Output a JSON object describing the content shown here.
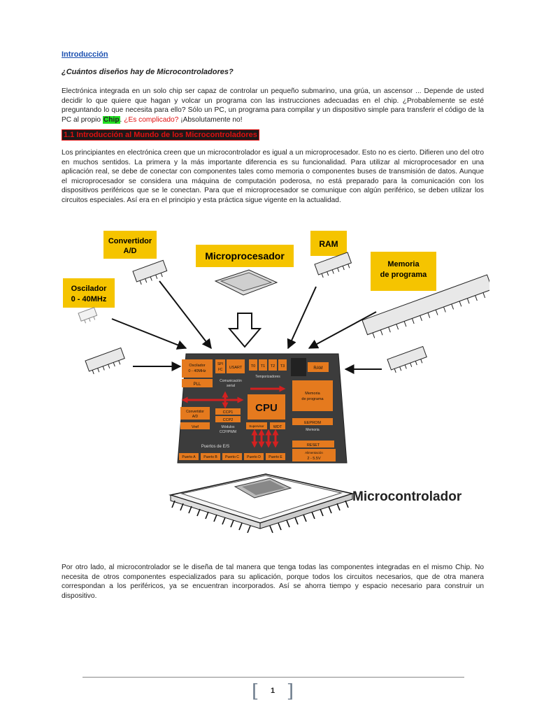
{
  "intro_title": "Introducción",
  "subtitle": "¿Cuántos diseños hay de Microcontroladores?",
  "p1": {
    "text": "Electrónica integrada en un solo chip ser capaz de controlar un pequeño submarino, una grúa, un ascensor ... Depende de usted decidir lo que quiere que hagan y volcar un programa con las instrucciones adecuadas en el chip. ¿Probablemente se esté preguntando lo que necesita para ello? Sólo un PC, un programa para compilar y un dispositivo simple para transferir el código de la PC al propio ",
    "chip": "Chip",
    "after_chip": ". ",
    "question": "¿Es complicado",
    "qmark": "?",
    "end": " ¡Absolutamente no!"
  },
  "section_heading": "1.1 Introducción al Mundo de los Microcontroladores",
  "p2": "Los principiantes en electrónica creen que un microcontrolador es igual a un microprocesador. Esto no es cierto. Difieren uno del otro en muchos sentidos. La primera y la más importante diferencia es su funcionalidad. Para utilizar al microprocesador en una aplicación real, se debe de conectar con componentes tales como memoria o componentes buses de transmisión de datos. Aunque el microprocesador se considera una máquina de computación poderosa, no está preparado para la comunicación con los dispositivos periféricos que se le conectan. Para que el microprocesador se comunique con algún periférico, se deben utilizar los circuitos especiales. Así era en el principio y esta práctica sigue vigente en la actualidad.",
  "diagram": {
    "labels": {
      "adc": [
        "Convertidor",
        "A/D"
      ],
      "microprocessor": "Microprocesador",
      "ram": "RAM",
      "program_memory": [
        "Memoria",
        "de programa"
      ],
      "oscillator": [
        "Oscilador",
        "0 - 40MHz"
      ],
      "microcontroller": "Microcontrolador"
    },
    "blocks": {
      "osc": [
        "Oscilador",
        "0 - 40MHz"
      ],
      "pll": "PLL",
      "spi": [
        "SPI",
        "I²C"
      ],
      "usart": "USART",
      "timers": [
        "T0",
        "T1",
        "T2",
        "T3"
      ],
      "timers_label": "Temporizadores",
      "ram": "RAM",
      "serial": [
        "Comunicación",
        "serial"
      ],
      "cpu": "CPU",
      "prog_mem": [
        "Memoria",
        "de programa"
      ],
      "adc": [
        "Convertidor",
        "A/D"
      ],
      "ccp1": "CCP1",
      "ccp2": "CCP2",
      "vref": "Vref",
      "ccp_label": [
        "Módulos",
        "CCP/PWM"
      ],
      "supervisor": "Supervisor",
      "wdt": "WDT",
      "eeprom": "EEPROM",
      "memoria": "Memoria",
      "io_label": "Puertos de E/S",
      "reset": "RESET",
      "power_label": "Alimentación",
      "voltage": "2 - 5.5V",
      "ports": [
        "Puerto A",
        "Puerto B",
        "Puerto C",
        "Puerto D",
        "Puerto E"
      ]
    },
    "colors": {
      "label_bg": "#f5c400",
      "block_orange": "#e57a1e",
      "die_bg": "#3c3c3c",
      "arrow_red": "#d42020"
    }
  },
  "p3": "Por otro lado, al microcontrolador se le diseña de tal manera que tenga todas las componentes integradas en el mismo Chip. No necesita de otros componentes especializados para su aplicación, porque todos los circuitos necesarios, que de otra manera correspondan a los periféricos, ya se encuentran incorporados. Así se ahorra tiempo y espacio necesario para construir un dispositivo.",
  "page_number": "1"
}
